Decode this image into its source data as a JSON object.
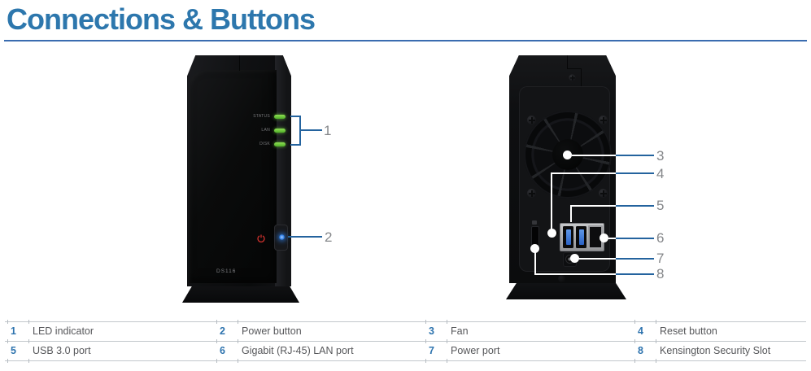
{
  "header": {
    "title": "Connections & Buttons"
  },
  "front_view": {
    "model_label": "DS116",
    "led_labels": [
      "STATUS",
      "LAN",
      "DISK"
    ]
  },
  "callouts": {
    "c1": "1",
    "c2": "2",
    "c3": "3",
    "c4": "4",
    "c5": "5",
    "c6": "6",
    "c7": "7",
    "c8": "8"
  },
  "legend_table": {
    "rows": [
      [
        {
          "num": "1",
          "label": "LED indicator"
        },
        {
          "num": "2",
          "label": "Power button"
        },
        {
          "num": "3",
          "label": "Fan"
        },
        {
          "num": "4",
          "label": "Reset button"
        }
      ],
      [
        {
          "num": "5",
          "label": "USB 3.0 port"
        },
        {
          "num": "6",
          "label": "Gigabit (RJ-45) LAN port"
        },
        {
          "num": "7",
          "label": "Power port"
        },
        {
          "num": "8",
          "label": "Kensington Security Slot"
        }
      ]
    ]
  },
  "colors": {
    "accent_blue": "#2d77ad",
    "rule_blue": "#3a6cb0",
    "callout_line_blue": "#24639e",
    "callout_number_gray": "#85878a",
    "table_number_blue": "#2d73ae",
    "table_label_gray": "#56575a",
    "table_line_gray": "#c2c7cc",
    "led_green": "#5ec433",
    "led_blue": "#2f80e8",
    "power_red": "#c9302c"
  }
}
